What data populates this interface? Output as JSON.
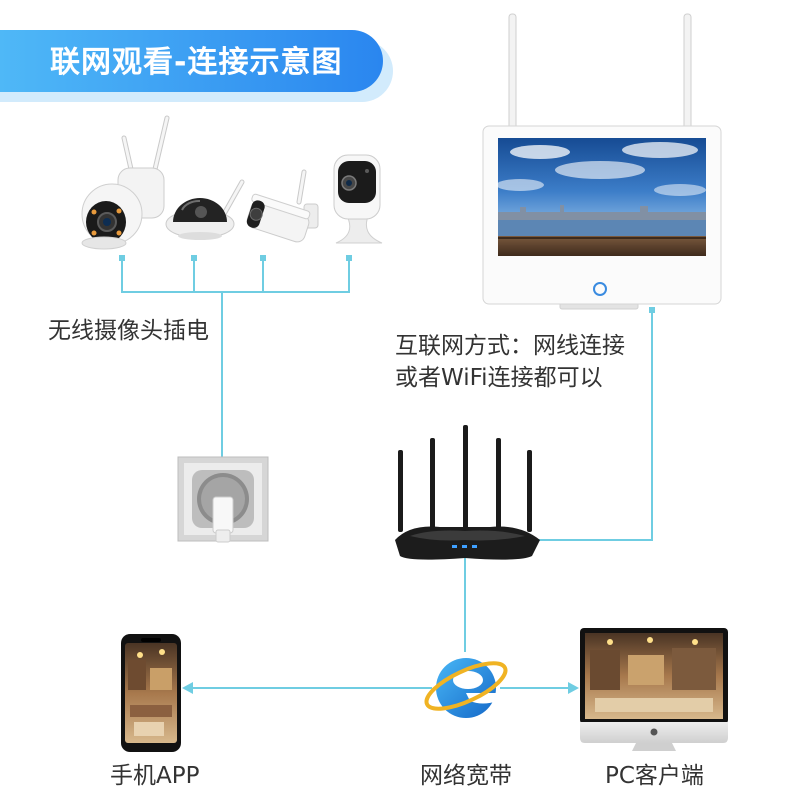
{
  "title": "联网观看-连接示意图",
  "labels": {
    "camera_power": "无线摄像头插电",
    "internet_method_line1": "互联网方式：网线连接",
    "internet_method_line2": "或者WiFi连接都可以",
    "phone_app": "手机APP",
    "broadband": "网络宽带",
    "pc_client": "PC客户端"
  },
  "icons": {
    "cameras": [
      "ptz-camera-icon",
      "dome-camera-icon",
      "bullet-camera-icon",
      "cube-camera-icon"
    ],
    "nvr_monitor": "nvr-monitor-icon",
    "socket": "power-socket-icon",
    "router": "wifi-router-icon",
    "broadband": "internet-explorer-icon",
    "phone": "smartphone-icon",
    "pc": "desktop-computer-icon"
  },
  "colors": {
    "banner_light": "#4fb8f7",
    "banner_dark": "#2a86ef",
    "connection_line": "#6fcde2",
    "label_text": "#333333",
    "title_text": "#ffffff"
  }
}
